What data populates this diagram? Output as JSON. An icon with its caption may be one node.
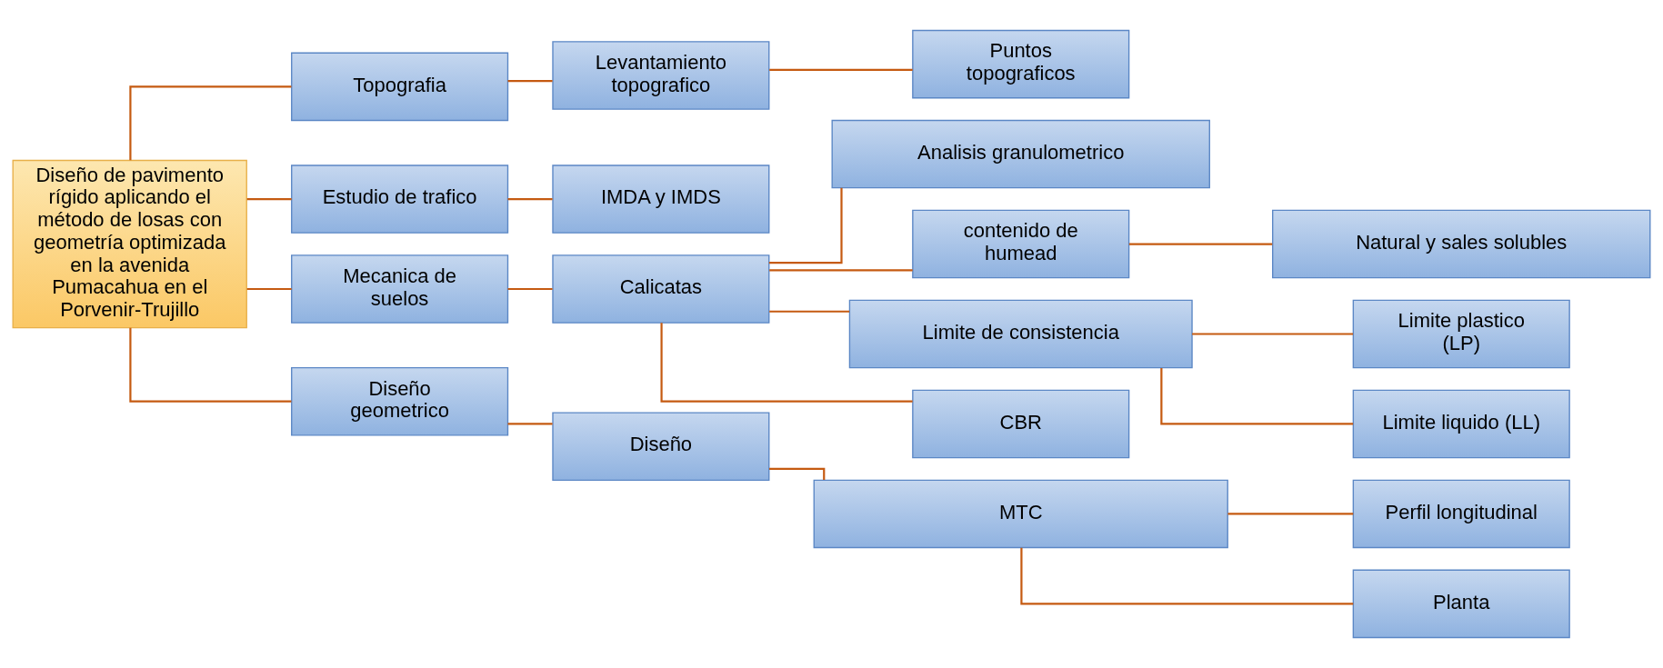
{
  "diagram": {
    "nodes": [
      {
        "text": [
          "Diseño de pavimento rígido aplicando el método de losas con geometría optimizada en la avenida Pumacahua en el Porvenir-Trujillo"
        ]
      },
      {
        "text": [
          "Topografia"
        ]
      },
      {
        "text": [
          "Levantamiento topografico"
        ]
      },
      {
        "text": [
          "Puntos topograficos"
        ]
      },
      {
        "text": [
          "Estudio de trafico"
        ]
      },
      {
        "text": [
          "IMDA y IMDS"
        ]
      },
      {
        "text": [
          "Mecanica de suelos"
        ]
      },
      {
        "text": [
          "Calicatas"
        ]
      },
      {
        "text": [
          "Analisis granulometrico"
        ]
      },
      {
        "text": [
          "contenido de humead"
        ]
      },
      {
        "text": [
          "Natural y sales solubles"
        ]
      },
      {
        "text": [
          "Limite de consistencia"
        ]
      },
      {
        "text": [
          "Limite plastico (LP)"
        ]
      },
      {
        "text": [
          "Limite liquido (LL)"
        ]
      },
      {
        "text": [
          "CBR"
        ]
      },
      {
        "text": [
          "Diseño geometrico"
        ]
      },
      {
        "text": [
          "Diseño"
        ]
      },
      {
        "text": [
          "MTC"
        ]
      },
      {
        "text": [
          "Perfil longitudinal"
        ]
      },
      {
        "text": [
          "Planta"
        ]
      }
    ],
    "edges": [
      {
        "from": 0,
        "to": 1,
        "arrow": "none"
      },
      {
        "from": 1,
        "to": 2,
        "arrow": "none"
      },
      {
        "from": 2,
        "to": 3,
        "arrow": "none"
      },
      {
        "from": 0,
        "to": 4,
        "arrow": "none"
      },
      {
        "from": 4,
        "to": 5,
        "arrow": "none"
      },
      {
        "from": 0,
        "to": 6,
        "arrow": "none"
      },
      {
        "from": 6,
        "to": 7,
        "arrow": "none"
      },
      {
        "from": 7,
        "to": 8,
        "arrow": "none"
      },
      {
        "from": 7,
        "to": 9,
        "arrow": "none"
      },
      {
        "from": 9,
        "to": 10,
        "arrow": "none"
      },
      {
        "from": 7,
        "to": 11,
        "arrow": "none"
      },
      {
        "from": 11,
        "to": 12,
        "arrow": "none"
      },
      {
        "from": 11,
        "to": 13,
        "arrow": "none"
      },
      {
        "from": 7,
        "to": 14,
        "arrow": "none"
      },
      {
        "from": 0,
        "to": 15,
        "arrow": "none"
      },
      {
        "from": 15,
        "to": 16,
        "arrow": "none"
      },
      {
        "from": 16,
        "to": 17,
        "arrow": "none"
      },
      {
        "from": 17,
        "to": 18,
        "arrow": "none"
      },
      {
        "from": 17,
        "to": 19,
        "arrow": "none"
      }
    ]
  }
}
